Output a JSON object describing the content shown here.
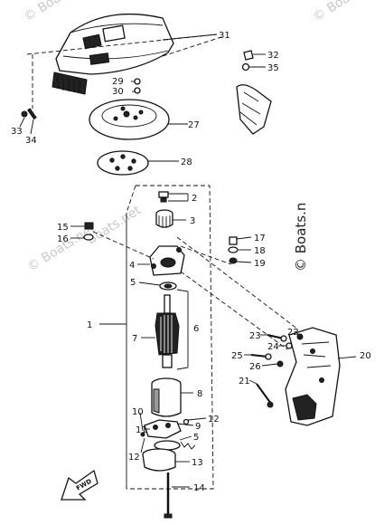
{
  "callouts": {
    "n1": "1",
    "n2": "2",
    "n3": "3",
    "n4": "4",
    "n5a": "5",
    "n5b": "5",
    "n6": "6",
    "n7": "7",
    "n8": "8",
    "n9": "9",
    "n10": "10",
    "n11": "11",
    "n12a": "12",
    "n12b": "12",
    "n13": "13",
    "n14": "14",
    "n15": "15",
    "n16": "16",
    "n17": "17",
    "n18": "18",
    "n19": "19",
    "n20": "20",
    "n21": "21",
    "n22": "22",
    "n23": "23",
    "n24": "24",
    "n25": "25",
    "n26": "26",
    "n27": "27",
    "n28": "28",
    "n29": "29",
    "n30": "30",
    "n31": "31",
    "n32": "32",
    "n33": "33",
    "n34": "34",
    "n35": "35"
  },
  "fwd_label": "FWD",
  "watermarks": {
    "top_left": "© Boats",
    "top_right": "© Boats",
    "mid_left": "© Boats.net",
    "right": "© Boats.n",
    "center": "Boats.net"
  }
}
